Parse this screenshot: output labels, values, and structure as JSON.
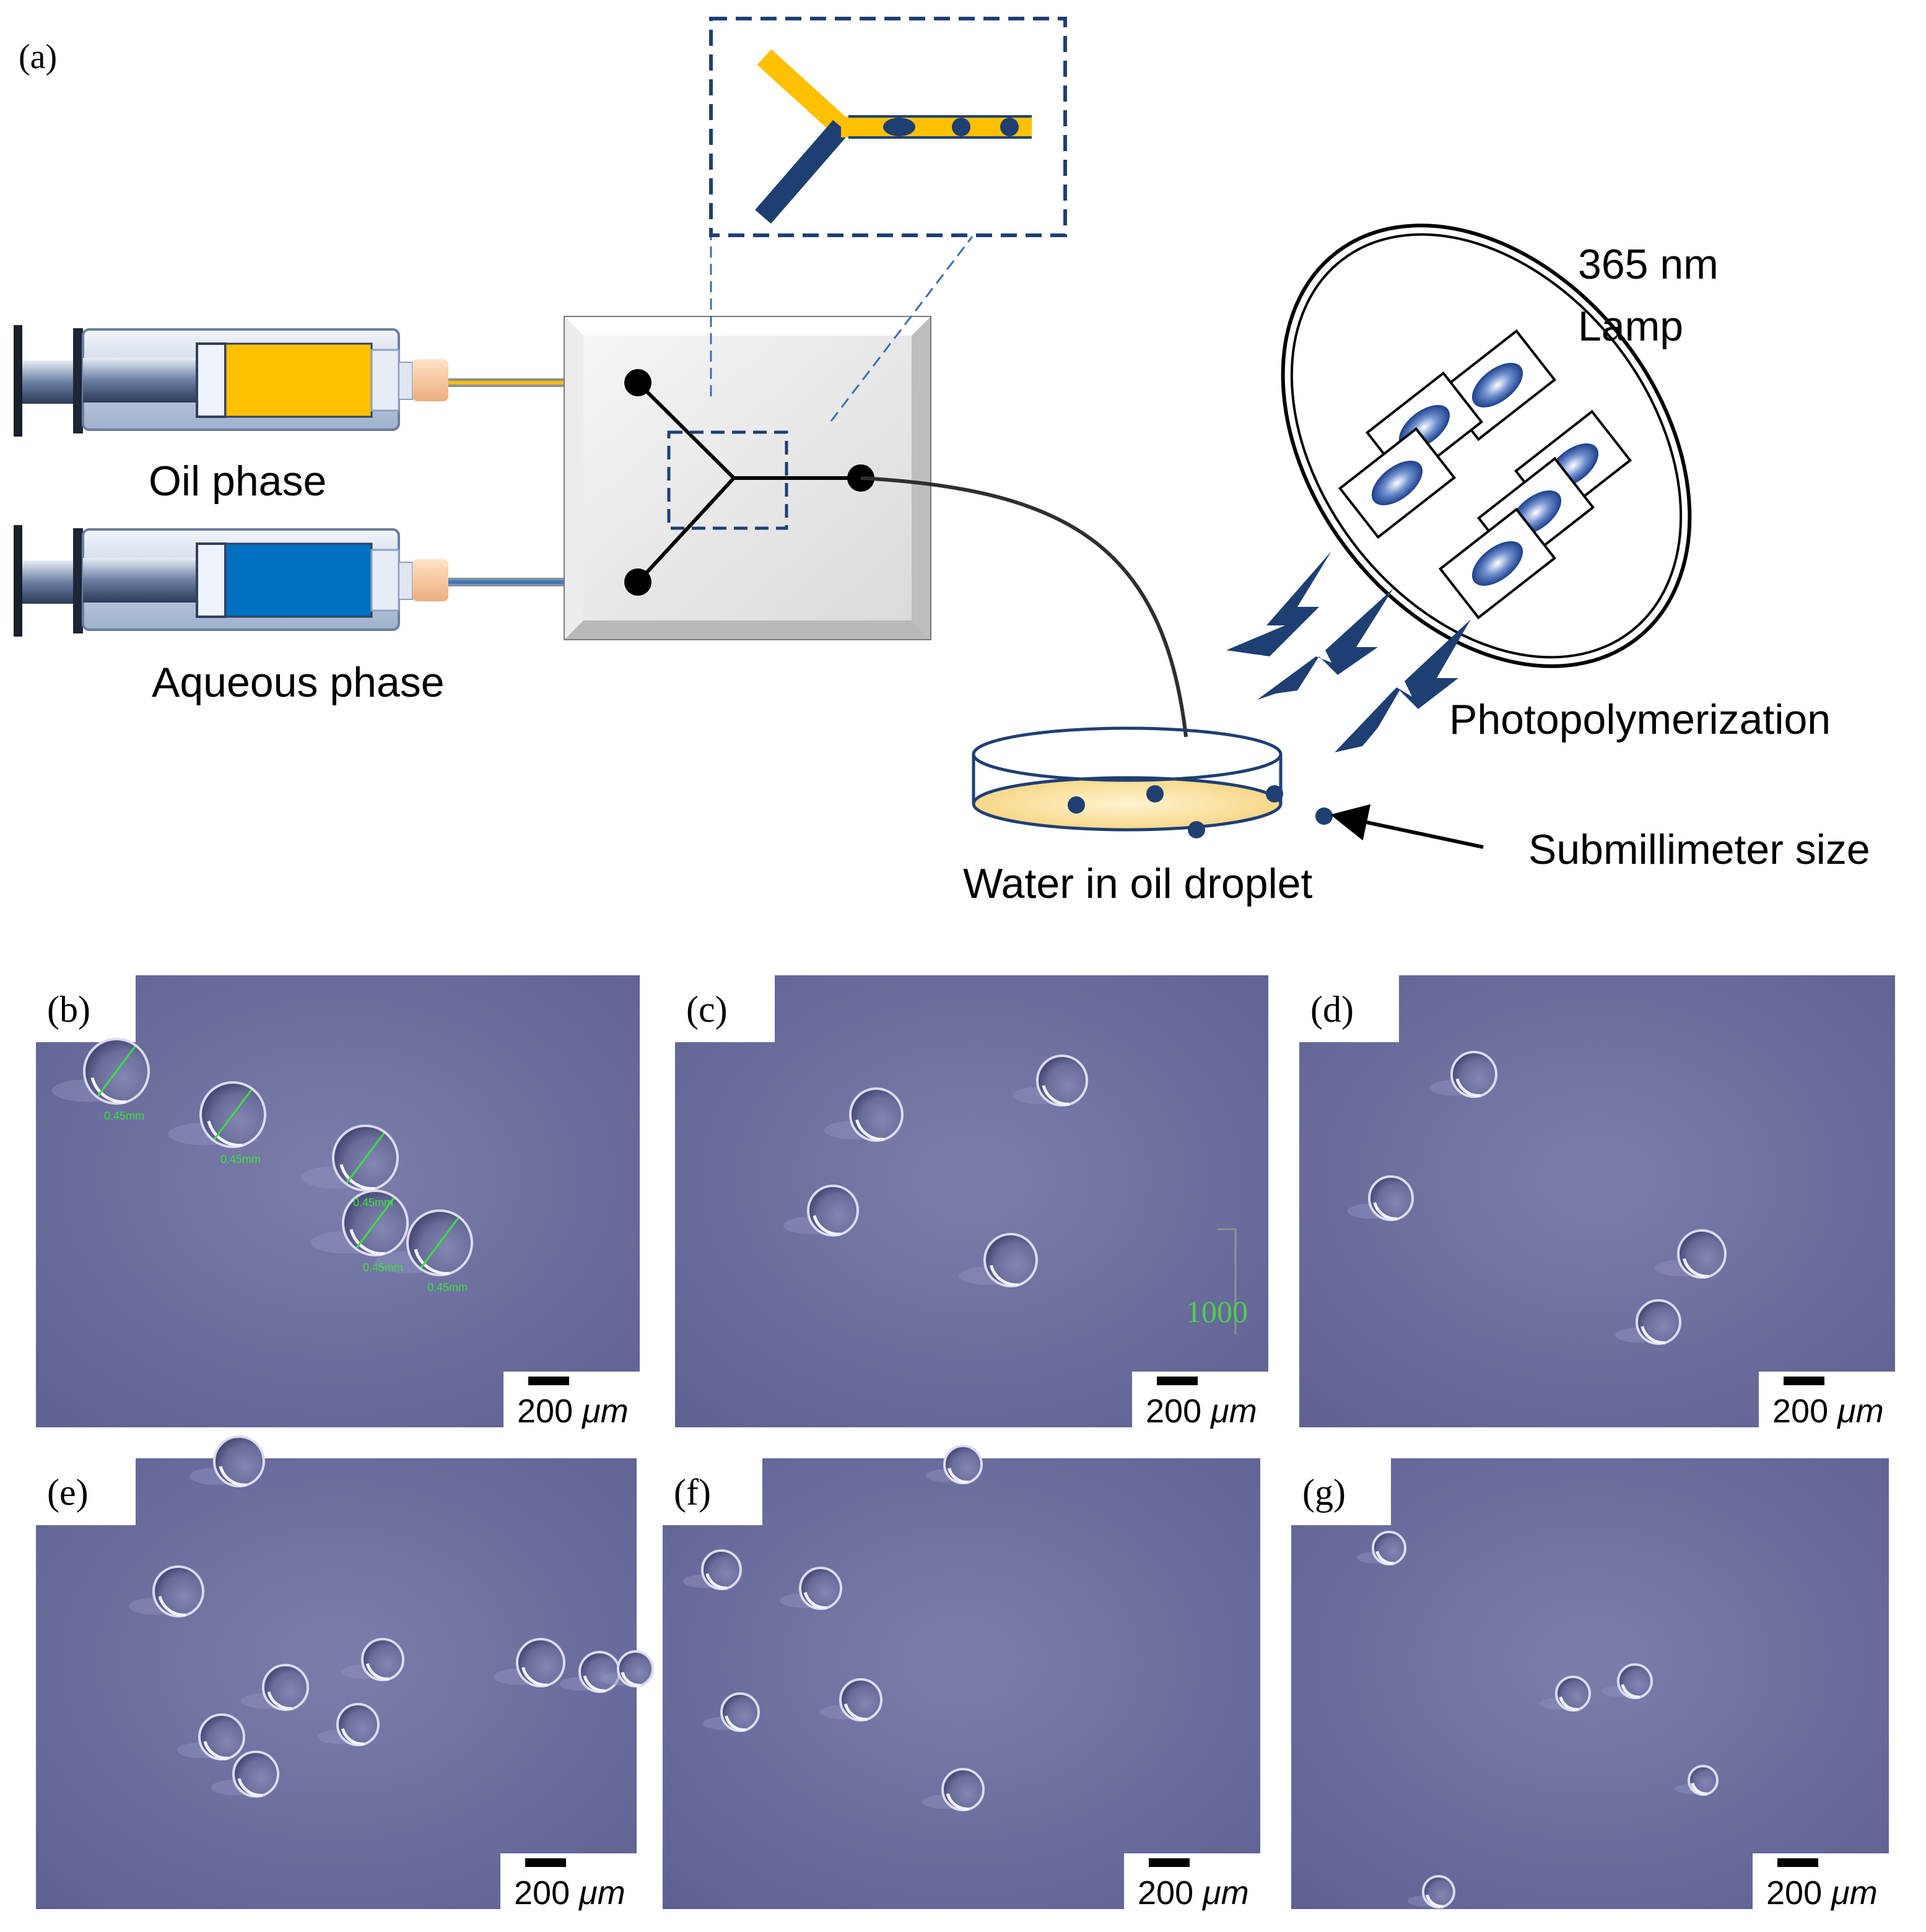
{
  "panel_a": {
    "label": "(a)",
    "oil_phase": "Oil phase",
    "aqueous_phase": "Aqueous phase",
    "lamp_line1": "365 nm",
    "lamp_line2": "Lamp",
    "photopolymerization": "Photopolymerization",
    "submillimeter": "Submillimeter size",
    "water_in_oil": "Water in oil droplet"
  },
  "micrographs": [
    {
      "label": "(b)",
      "scale_num": "200",
      "scale_unit": "μm",
      "readout_1000": "",
      "measurements": [
        "0.45mm",
        "0.45mm",
        "0.45mm",
        "0.45mm",
        "0.45mm"
      ]
    },
    {
      "label": "(c)",
      "scale_num": "200",
      "scale_unit": "μm",
      "readout_1000": "1000",
      "measurements": []
    },
    {
      "label": "(d)",
      "scale_num": "200",
      "scale_unit": "μm",
      "readout_1000": "",
      "measurements": []
    },
    {
      "label": "(e)",
      "scale_num": "200",
      "scale_unit": "μm",
      "readout_1000": "",
      "measurements": []
    },
    {
      "label": "(f)",
      "scale_num": "200",
      "scale_unit": "μm",
      "readout_1000": "",
      "measurements": []
    },
    {
      "label": "(g)",
      "scale_num": "200",
      "scale_unit": "μm",
      "readout_1000": "",
      "measurements": []
    }
  ],
  "colors": {
    "oil": "#FFC000",
    "aqueous": "#0070C0",
    "dark_blue": "#1F3F73",
    "micro_bg": "#6E6E9C"
  }
}
